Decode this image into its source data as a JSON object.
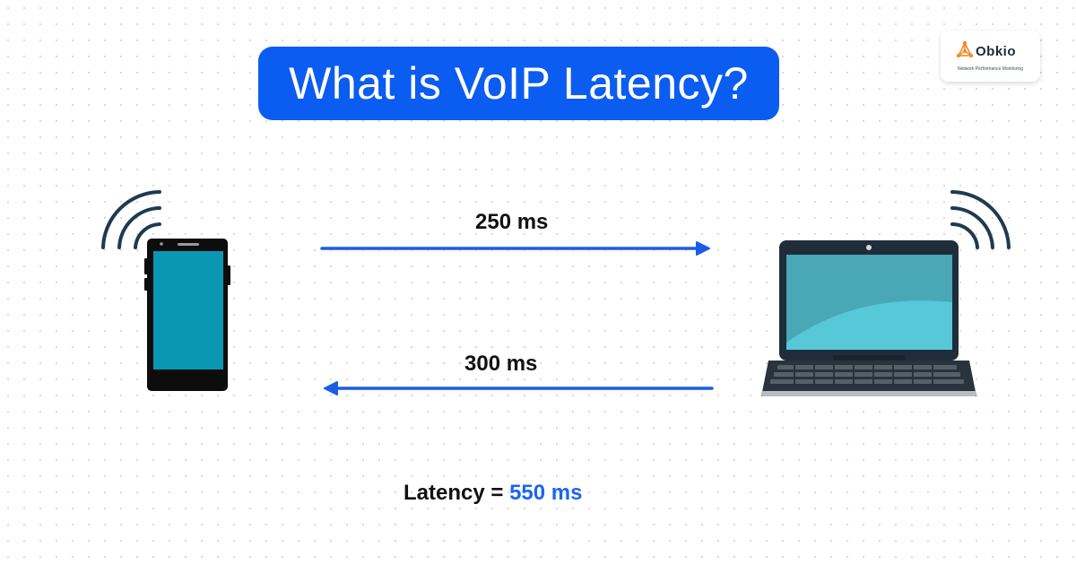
{
  "title": "What is VoIP Latency?",
  "logo": {
    "name": "Obkio",
    "tagline": "Network Performance Monitoring"
  },
  "diagram": {
    "nodes": [
      {
        "name": "phone-icon"
      },
      {
        "name": "laptop-icon"
      }
    ],
    "edges": [
      {
        "from": "phone",
        "to": "laptop",
        "label": "250 ms"
      },
      {
        "from": "laptop",
        "to": "phone",
        "label": "300 ms"
      }
    ]
  },
  "result": {
    "label": "Latency =",
    "value": "550 ms"
  },
  "colors": {
    "accent": "#0b5cf0",
    "arrow": "#1a5ce6",
    "screen": "#0a97b3",
    "wave": "#1f3a50",
    "logo_orange": "#f28c28"
  }
}
